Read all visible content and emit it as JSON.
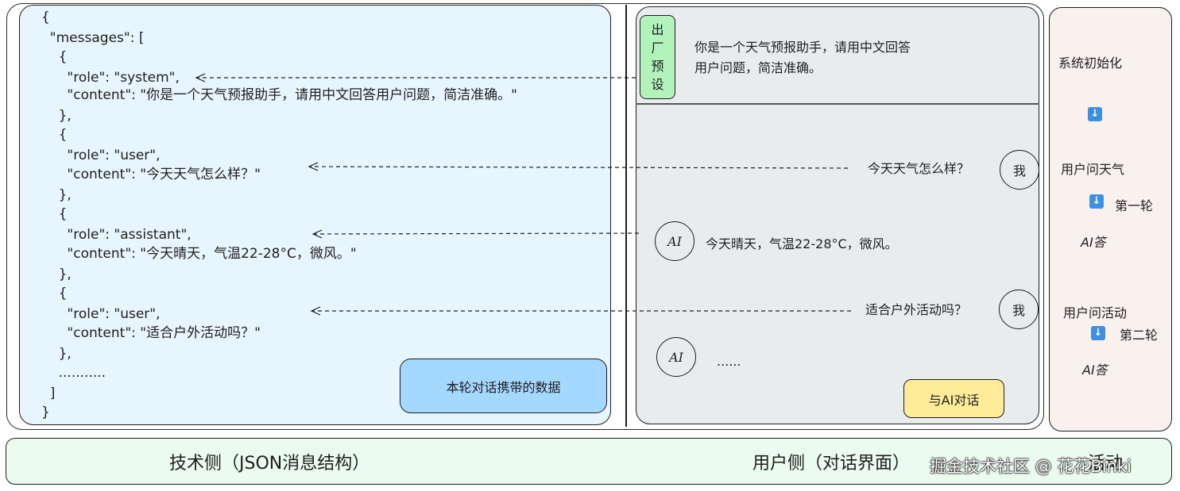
{
  "json_panel": {
    "lines": [
      "{",
      "  \"messages\": [",
      "    {",
      "      \"role\": \"system\",",
      "      \"content\": \"你是一个天气预报助手，请用中文回答用户问题，简洁准确。\"",
      "    },",
      "    {",
      "      \"role\": \"user\",",
      "      \"content\": \"今天天气怎么样？\"",
      "    },",
      "    {",
      "      \"role\": \"assistant\",",
      "      \"content\": \"今天晴天，气温22-28°C，微风。\"",
      "    },",
      "    {",
      "      \"role\": \"user\",",
      "      \"content\": \"适合户外活动吗？\"",
      "    },",
      "    ...........",
      "  ]",
      "}"
    ],
    "caption": "本轮对话携带的数据"
  },
  "chat_panel": {
    "preset_badge": [
      "出",
      "厂",
      "预",
      "设"
    ],
    "system_prompt_line1": "你是一个天气预报助手，请用中文回答",
    "system_prompt_line2": "用户问题，简洁准确。",
    "user_question_1": "今天天气怎么样？",
    "user_avatar_1": "我",
    "ai_avatar_1": "AI",
    "ai_answer_1": "今天晴天，气温22-28°C，微风。",
    "user_question_2": "适合户外活动吗？",
    "user_avatar_2": "我",
    "ai_avatar_2": "AI",
    "ai_answer_2": "......",
    "caption": "与AI对话"
  },
  "steps_panel": {
    "step1": "系统初始化",
    "step2": "用户问天气",
    "round1": "第一轮",
    "step3": "AI答",
    "step4": "用户问活动",
    "round2": "第二轮",
    "step5": "AI答",
    "arrow_icon": "down-arrow-icon"
  },
  "bottom_bar": {
    "left_label": "技术侧（JSON消息结构）",
    "right_label": "用户侧（对话界面）",
    "partial_label": "活动",
    "watermark": "掘金技术社区 @ 花花Binki"
  },
  "colors": {
    "json_panel_bg": "#e7f5ff",
    "json_caption_bg": "#a5d8ff",
    "chat_panel_bg": "#e9ecef",
    "preset_badge_bg": "#b2f2bb",
    "chat_caption_bg": "#ffec99",
    "steps_panel_bg": "#f8f1ee",
    "bottom_bar_bg": "#ebfbee",
    "arrow_icon_bg": "#3d8fe0"
  }
}
